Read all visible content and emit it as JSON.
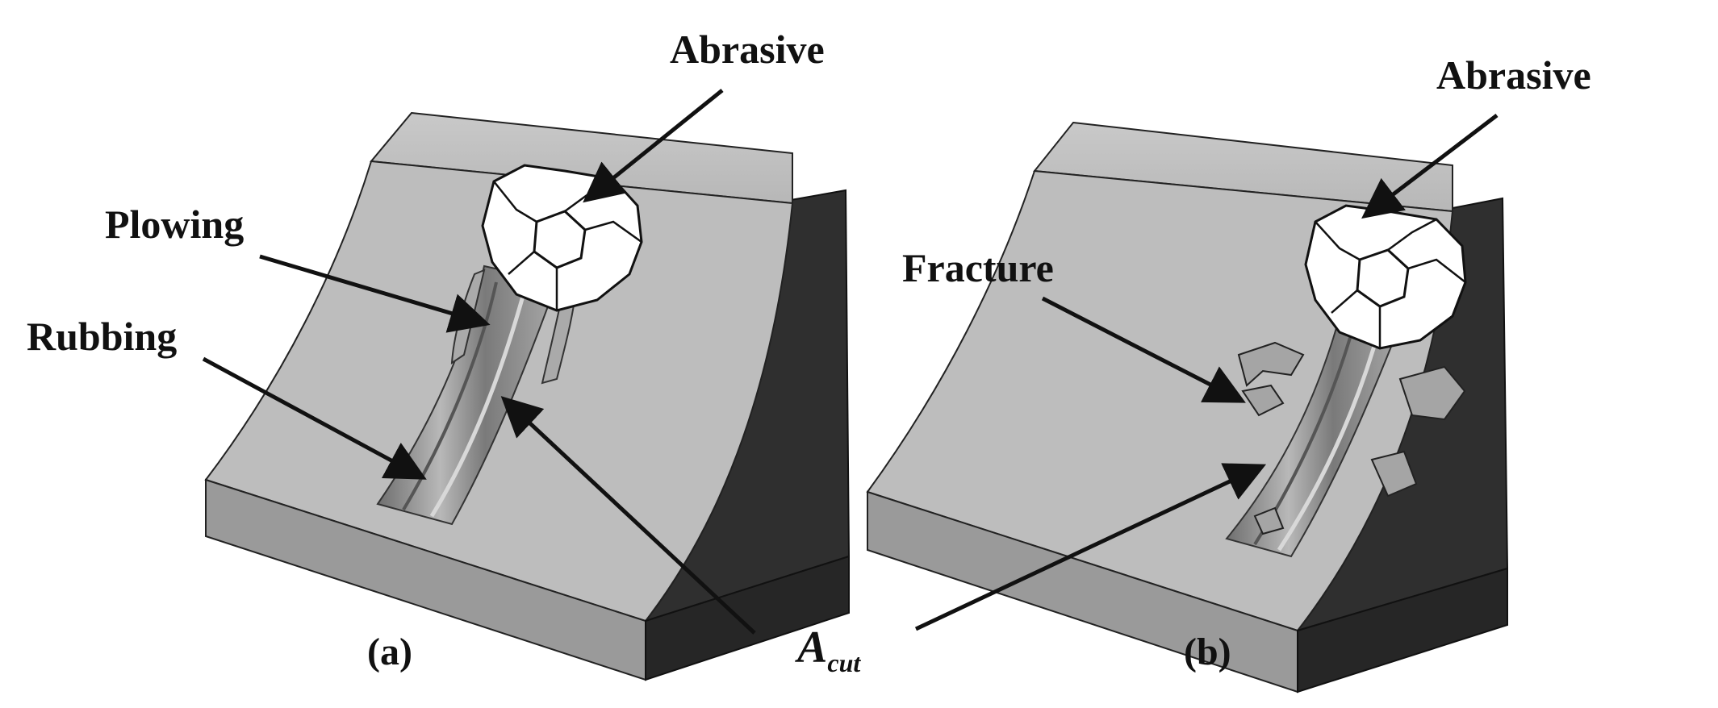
{
  "labels": {
    "abrasive_a": "Abrasive",
    "abrasive_b": "Abrasive",
    "plowing": "Plowing",
    "rubbing": "Rubbing",
    "fracture": "Fracture",
    "acut_main": "A",
    "acut_sub": "cut",
    "panel_a": "(a)",
    "panel_b": "(b)"
  },
  "colors": {
    "top_face": "#bfbfbf",
    "front_face": "#9a9a9a",
    "side_face": "#2f2f2f",
    "groove": "#8a8a8a",
    "abrasive": "#ffffff",
    "ink": "#111111"
  }
}
